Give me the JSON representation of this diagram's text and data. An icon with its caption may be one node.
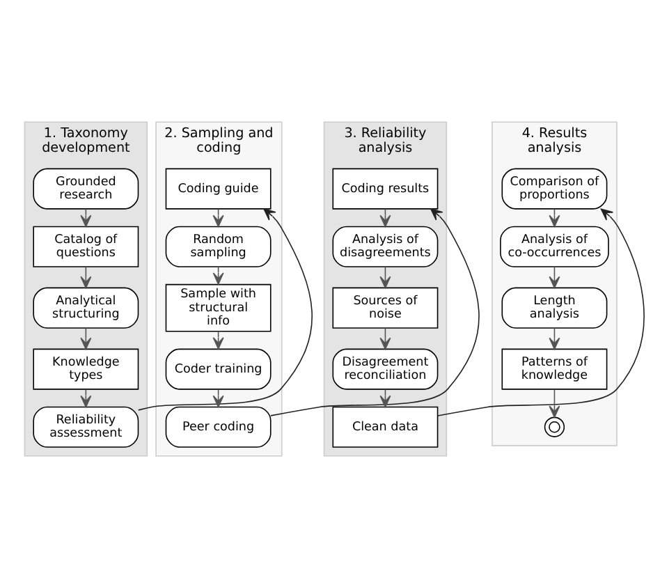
{
  "diagram": {
    "nodes": [
      {
        "text": [
          "1. Taxonomy development"
        ]
      },
      {
        "text": [
          "Grounded research"
        ],
        "in": 0
      },
      {
        "text": [
          "Catalog of questions"
        ],
        "in": 0
      },
      {
        "text": [
          "Analytical structuring"
        ],
        "in": 0
      },
      {
        "text": [
          "Knowledge types"
        ],
        "in": 0
      },
      {
        "text": [
          "Reliability assessment"
        ],
        "in": 0
      },
      {
        "text": [
          "2. Sampling and coding"
        ]
      },
      {
        "text": [
          "Coding guide"
        ],
        "in": 6
      },
      {
        "text": [
          "Random sampling"
        ],
        "in": 6
      },
      {
        "text": [
          "Sample with structural info"
        ],
        "in": 6
      },
      {
        "text": [
          "Coder training"
        ],
        "in": 6
      },
      {
        "text": [
          "Peer coding"
        ],
        "in": 6
      },
      {
        "text": [
          "3. Reliability analysis"
        ]
      },
      {
        "text": [
          "Coding results"
        ],
        "in": 12
      },
      {
        "text": [
          "Analysis of disagreements"
        ],
        "in": 12
      },
      {
        "text": [
          "Sources of noise"
        ],
        "in": 12
      },
      {
        "text": [
          "Disagreement reconciliation"
        ],
        "in": 12
      },
      {
        "text": [
          "Clean data"
        ],
        "in": 12
      },
      {
        "text": [
          "4. Results analysis"
        ]
      },
      {
        "text": [
          "Comparison of proportions"
        ],
        "in": 18
      },
      {
        "text": [
          "Analysis of co-occurrences"
        ],
        "in": 18
      },
      {
        "text": [
          "Length analysis"
        ],
        "in": 18
      },
      {
        "text": [
          "Patterns of knowledge"
        ],
        "in": 18
      },
      {
        "text": [],
        "shape": "circle",
        "in": 18
      }
    ],
    "edges": [
      {
        "from": 1,
        "to": 2,
        "arrow": "to"
      },
      {
        "from": 2,
        "to": 3,
        "arrow": "to"
      },
      {
        "from": 3,
        "to": 4,
        "arrow": "to"
      },
      {
        "from": 4,
        "to": 5,
        "arrow": "to"
      },
      {
        "from": 5,
        "to": 7,
        "arrow": "to"
      },
      {
        "from": 7,
        "to": 8,
        "arrow": "to"
      },
      {
        "from": 8,
        "to": 9,
        "arrow": "to"
      },
      {
        "from": 9,
        "to": 10,
        "arrow": "to"
      },
      {
        "from": 10,
        "to": 11,
        "arrow": "to"
      },
      {
        "from": 11,
        "to": 13,
        "arrow": "to"
      },
      {
        "from": 13,
        "to": 14,
        "arrow": "to"
      },
      {
        "from": 14,
        "to": 15,
        "arrow": "to"
      },
      {
        "from": 15,
        "to": 16,
        "arrow": "to"
      },
      {
        "from": 16,
        "to": 17,
        "arrow": "to"
      },
      {
        "from": 17,
        "to": 19,
        "arrow": "to"
      },
      {
        "from": 19,
        "to": 20,
        "arrow": "to"
      },
      {
        "from": 20,
        "to": 21,
        "arrow": "to"
      },
      {
        "from": 21,
        "to": 22,
        "arrow": "to"
      },
      {
        "from": 22,
        "to": 23,
        "arrow": "to"
      }
    ]
  }
}
